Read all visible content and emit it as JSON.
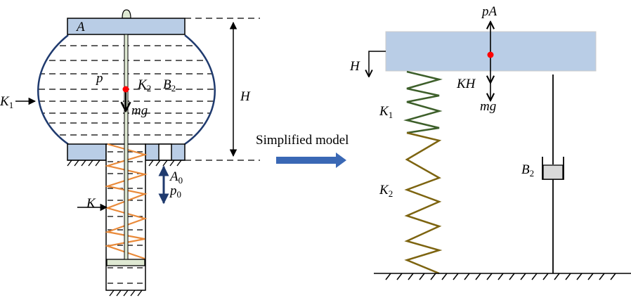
{
  "diagram": {
    "caption": "Simplified model",
    "colors": {
      "plate": "#b9cde6",
      "shell": "#1f3a6e",
      "rod": "#dfe9d3",
      "spring_orange": "#e98a3a",
      "spring_k1": "#3d5f2a",
      "spring_k2": "#7d6410",
      "mass_point": "#ff0000",
      "arrow_blue": "#3a68b5",
      "damper_fill": "#d9d9d9"
    },
    "left_model": {
      "labels": {
        "area": "A",
        "pressure": "p",
        "k2": "K",
        "k2_sub": "2",
        "b2": "B",
        "b2_sub": "2",
        "k1": "K",
        "k1_sub": "1",
        "weight": "mg",
        "height": "H",
        "k": "K",
        "a0": "A",
        "a0_sub": "0",
        "p0": "p",
        "p0_sub": "0"
      }
    },
    "right_model": {
      "labels": {
        "pa": "pA",
        "h": "H",
        "kh": "KH",
        "mg": "mg",
        "k1": "K",
        "k1_sub": "1",
        "k2": "K",
        "k2_sub": "2",
        "b2": "B",
        "b2_sub": "2"
      }
    }
  }
}
